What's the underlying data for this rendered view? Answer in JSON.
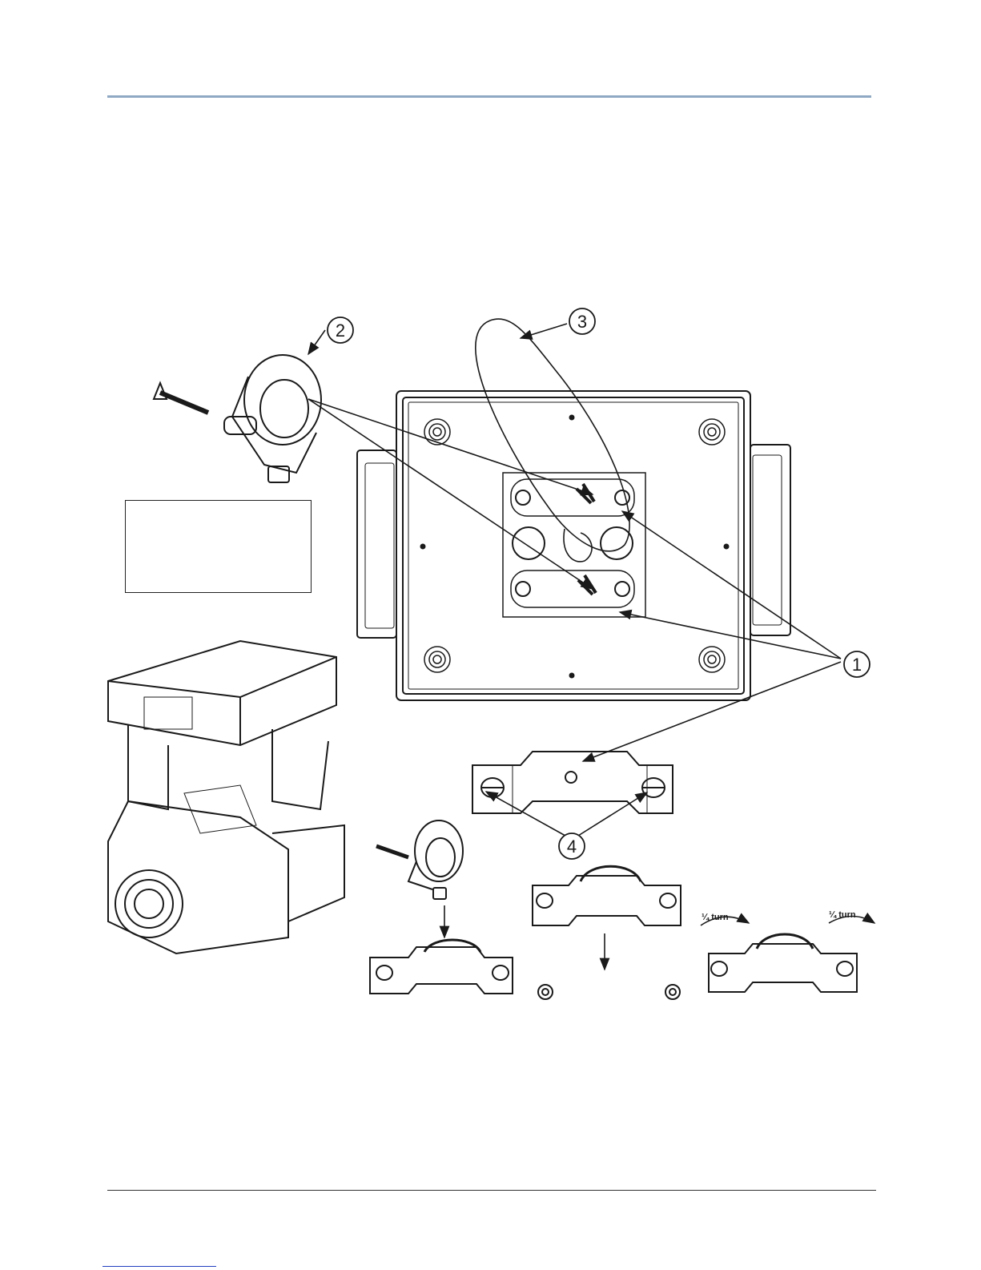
{
  "callouts": {
    "c1": "1",
    "c2": "2",
    "c3": "3",
    "c4": "4"
  },
  "steps": {
    "turn_left": "¼ turn",
    "turn_right": "¼ turn"
  },
  "icons": [
    "clamp-icon",
    "safety-cable-icon",
    "fixture-base-icon",
    "omega-bracket-icon",
    "moving-head-fixture-icon",
    "arrow-icon"
  ],
  "colors": {
    "header_rule": "#8fa9c4",
    "footer_link": "#1f3fbf",
    "line": "#1a1a1a"
  }
}
